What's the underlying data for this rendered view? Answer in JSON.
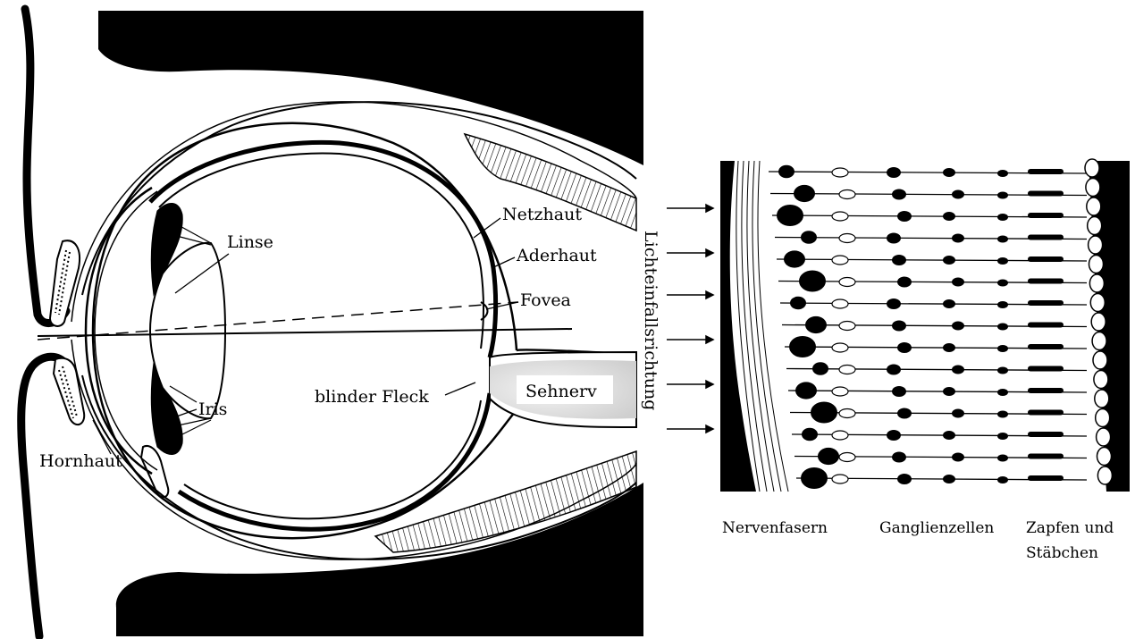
{
  "eye_labels": {
    "linse": "Linse",
    "netzhaut": "Netzhaut",
    "aderhaut": "Aderhaut",
    "fovea": "Fovea",
    "iris": "Iris",
    "blinder_fleck": "blinder Fleck",
    "sehnerv": "Sehnerv",
    "hornhaut": "Hornhaut"
  },
  "light_direction_label": "Lichteinfallsrichtung",
  "retina_labels": {
    "nervenfasern": "Nervenfasern",
    "ganglienzellen": "Ganglienzellen",
    "zapfen_line1": "Zapfen und",
    "zapfen_line2": "Stäbchen"
  },
  "colors": {
    "ink": "#000000",
    "paper": "#ffffff",
    "nerve_fill": "#e6e6e6"
  }
}
